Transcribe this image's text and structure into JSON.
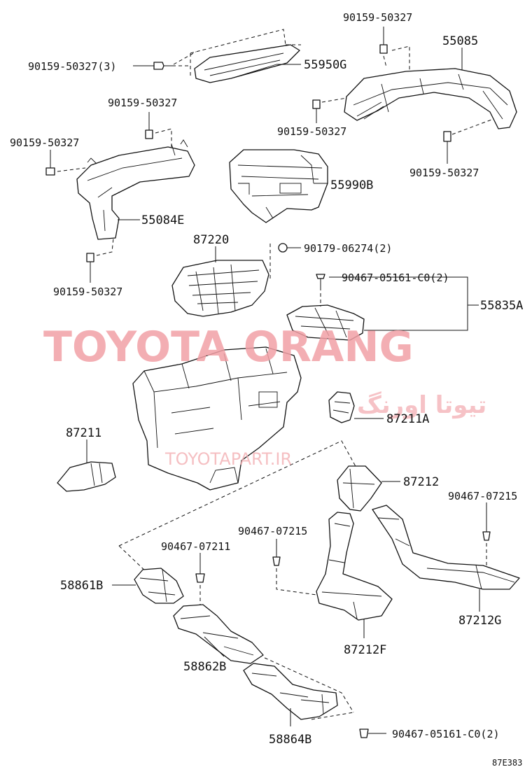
{
  "watermark": {
    "primary": "TOYOTA ORANG",
    "arabic": "تیوتا اورنگ",
    "url": "TOYOTAPART.IR"
  },
  "diagram_code": "87E383",
  "labels": {
    "p90159_top_right": "90159-50327",
    "p55085": "55085",
    "p90159_3": "90159-50327(3)",
    "p55950G": "55950G",
    "p90159_left_upper": "90159-50327",
    "p90159_mid_right": "90159-50327",
    "p90159_left": "90159-50327",
    "p90159_right_lower": "90159-50327",
    "p55990B": "55990B",
    "p55084E": "55084E",
    "p87220": "87220",
    "p90179": "90179-06274(2)",
    "p90159_bottom_left": "90159-50327",
    "p90467_05161_upper": "90467-05161-C0(2)",
    "p55835A": "55835A",
    "p87211A": "87211A",
    "p87211": "87211",
    "p87212": "87212",
    "p90467_07215_right": "90467-07215",
    "p90467_07215_mid": "90467-07215",
    "p90467_07211": "90467-07211",
    "p58861B": "58861B",
    "p87212G": "87212G",
    "p87212F": "87212F",
    "p58862B": "58862B",
    "p90467_05161_lower": "90467-05161-C0(2)",
    "p58864B": "58864B"
  }
}
